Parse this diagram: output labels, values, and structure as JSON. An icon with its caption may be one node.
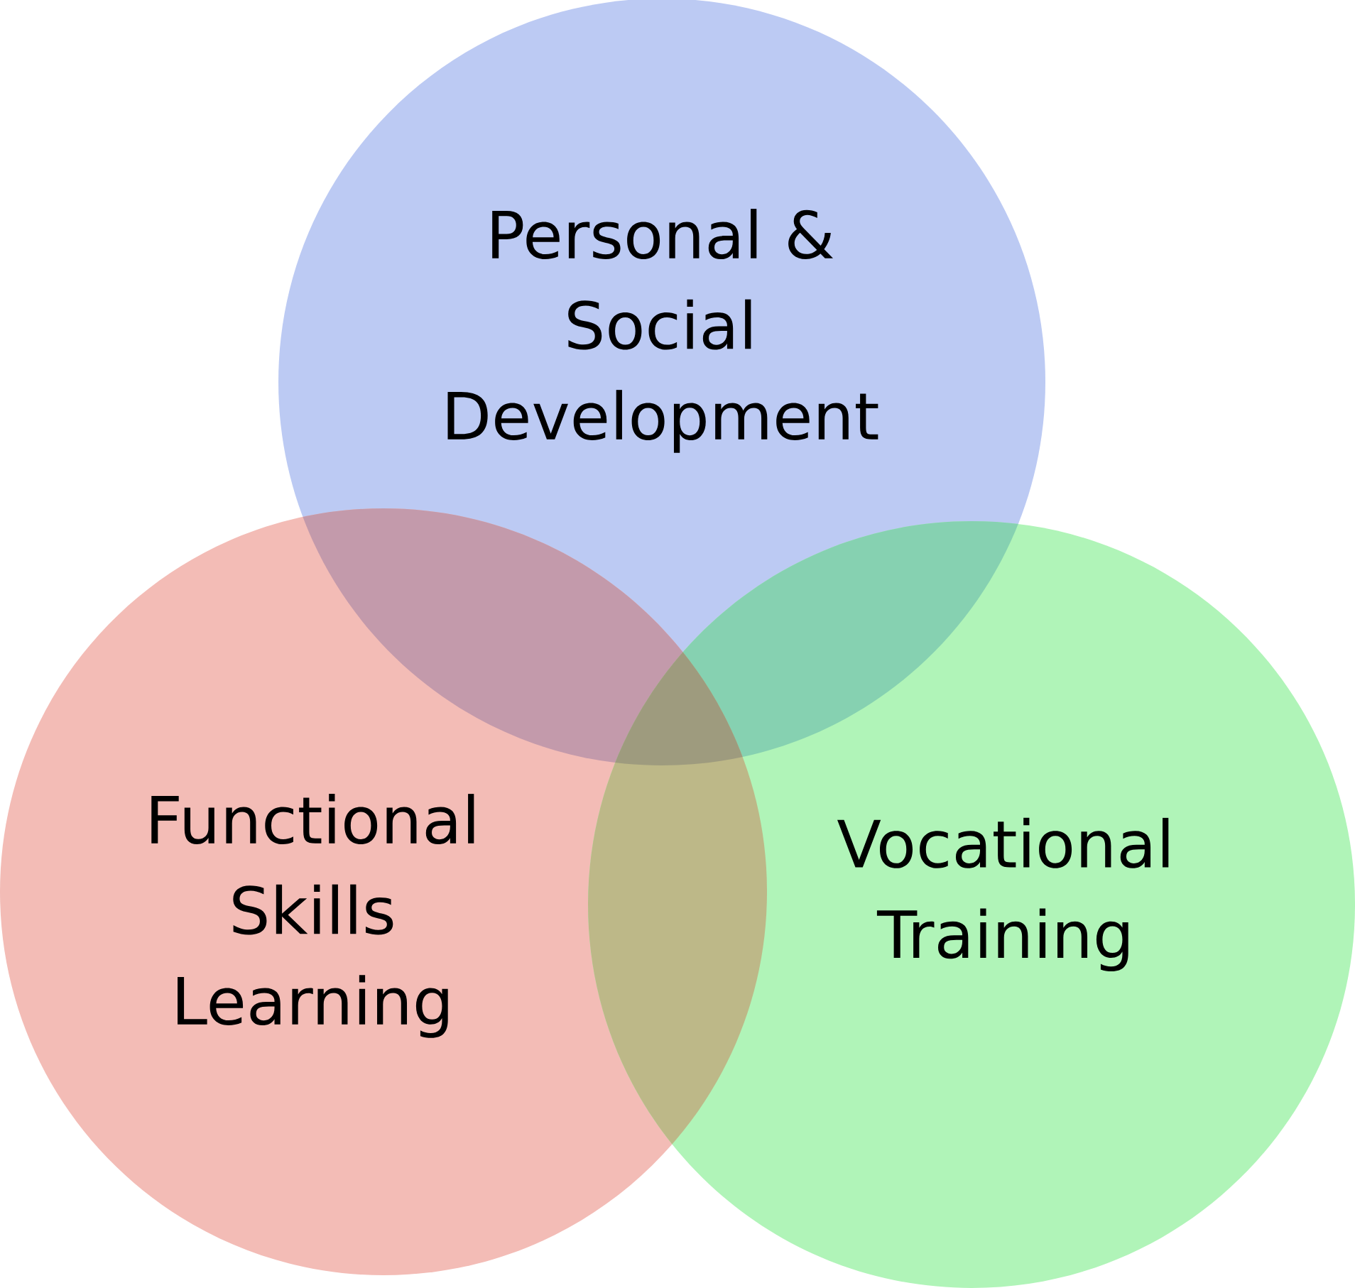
{
  "diagram": {
    "nodes": [
      {
        "text": [
          "Personal & Social Development"
        ]
      },
      {
        "text": [
          "Functional Skills Learning"
        ]
      },
      {
        "text": [
          "Vocational Training"
        ]
      }
    ]
  }
}
